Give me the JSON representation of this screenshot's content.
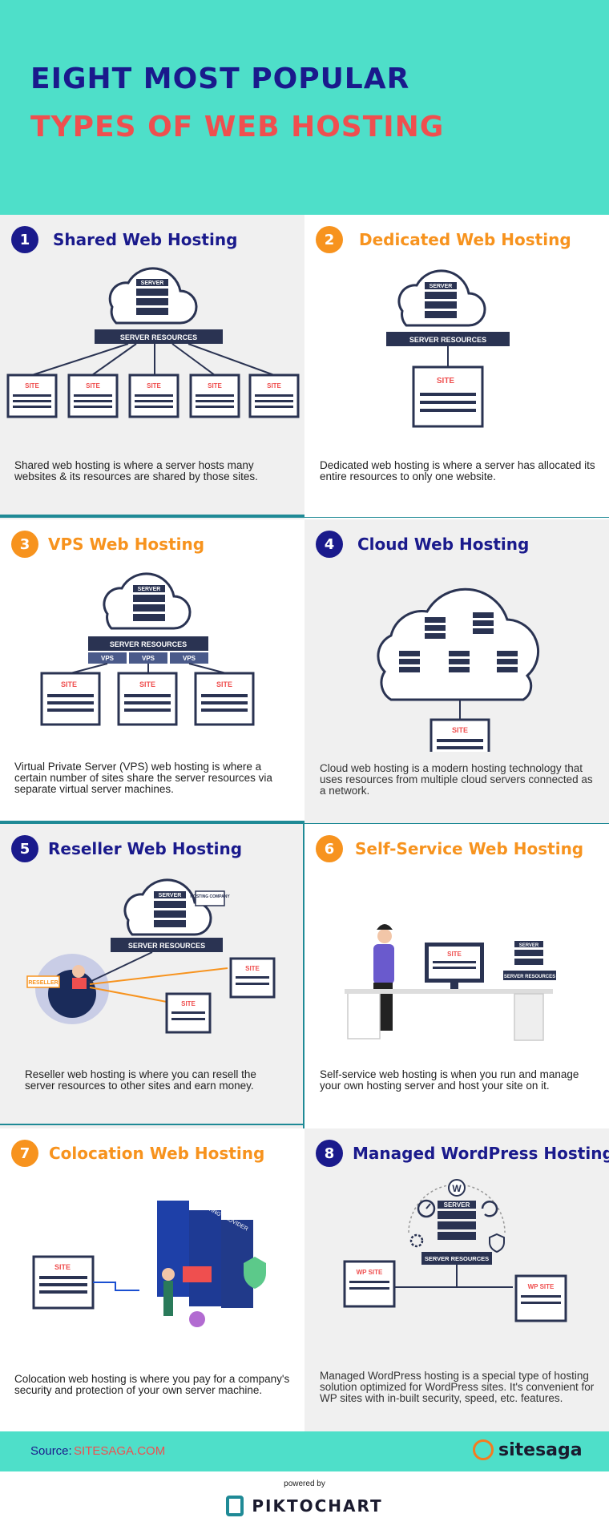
{
  "header": {
    "title_line1": "EIGHT MOST POPULAR",
    "title_line2": "TYPES OF WEB HOSTING"
  },
  "cells": [
    {
      "number": "1",
      "title": "Shared Web Hosting",
      "description": "Shared web hosting is where a server hosts many websites & its resources are shared by those sites."
    },
    {
      "number": "2",
      "title": "Dedicated Web Hosting",
      "description": "Dedicated web hosting is where a server has allocated its entire resources to only one website."
    },
    {
      "number": "3",
      "title": "VPS Web Hosting",
      "description": "Virtual Private Server (VPS) web hosting is where a certain number of sites share the server resources via separate virtual server machines."
    },
    {
      "number": "4",
      "title": "Cloud Web Hosting",
      "description": "Cloud web hosting is a modern hosting technology that uses resources from multiple cloud servers connected as a network."
    },
    {
      "number": "5",
      "title": "Reseller Web Hosting",
      "description": "Reseller web hosting is where you can resell the server resources to other sites and earn money."
    },
    {
      "number": "6",
      "title": "Self-Service Web Hosting",
      "description": "Self-service web hosting is when you run and manage your own hosting server and host your site on it."
    },
    {
      "number": "7",
      "title": "Colocation Web Hosting",
      "description": "Colocation web hosting is where you pay for a company's security and protection of your own server machine."
    },
    {
      "number": "8",
      "title": "Managed WordPress Hosting",
      "description": "Managed WordPress hosting is a special type of hosting solution optimized for WordPress sites. It's convenient for WP sites with in-built security, speed, etc. features."
    }
  ],
  "labels": {
    "server": "SERVER",
    "server_resources": "SERVER RESOURCES",
    "site": "SITE",
    "vps": "VPS",
    "hosting_company": "HOSTING COMPANY",
    "reseller": "RESELLER",
    "colocation_provider": "COLOCATION HOSTING PROVIDER",
    "wp_site": "WP SITE"
  },
  "footer": {
    "source_label": "Source:",
    "source_value": "SITESAGA.COM",
    "brand": "sitesaga",
    "powered_by": "powered by",
    "piktochart": "PIKTOCHART"
  },
  "colors": {
    "teal": "#4edfc9",
    "navy": "#1a1a8c",
    "red": "#ef4f4f",
    "orange": "#f7931e",
    "panel_gray": "#f0f0f0",
    "server_dark": "#2a3352"
  }
}
